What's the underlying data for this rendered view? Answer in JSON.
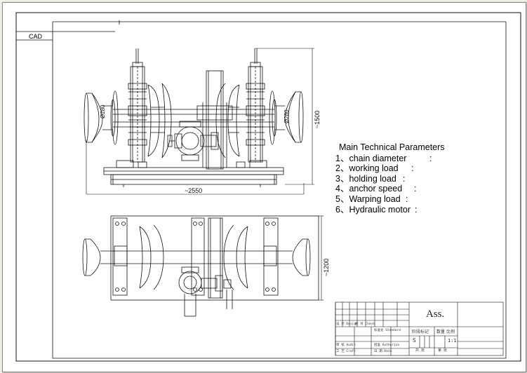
{
  "corner_label": "CAD",
  "dimensions": {
    "front_width": "~2550",
    "front_height": "~1500",
    "plan_height": "~1200",
    "left_drum_dia": "Ø280",
    "right_drum_dia": "Ø280"
  },
  "parameters": {
    "title": "Main Technical Parameters",
    "items": [
      {
        "num": "1、",
        "label": "chain diameter",
        "colon": ":"
      },
      {
        "num": "2、",
        "label": "working load",
        "colon": ":"
      },
      {
        "num": "3、",
        "label": "holding load",
        "colon": ":"
      },
      {
        "num": "4、",
        "label": "anchor speed",
        "colon": ":"
      },
      {
        "num": "5、",
        "label": "Warping load",
        "colon": ":"
      },
      {
        "num": "6、",
        "label": "Hydraulic motor",
        "colon": ":"
      }
    ]
  },
  "title_block": {
    "drawing_name": "Ass.",
    "design": "设 计 Design",
    "check": "校 对 Check",
    "standard": "标准化 Standard",
    "audit": "审 核 Audit",
    "approve": "批准 Authorize",
    "craft": "工 艺 Craft",
    "date": "日 期 Date",
    "stage": "阶段标记",
    "weight": "数量",
    "scale": "比例",
    "stage_value": "S",
    "scale_value": "1:1",
    "total": "共 张",
    "page": "第 张"
  }
}
